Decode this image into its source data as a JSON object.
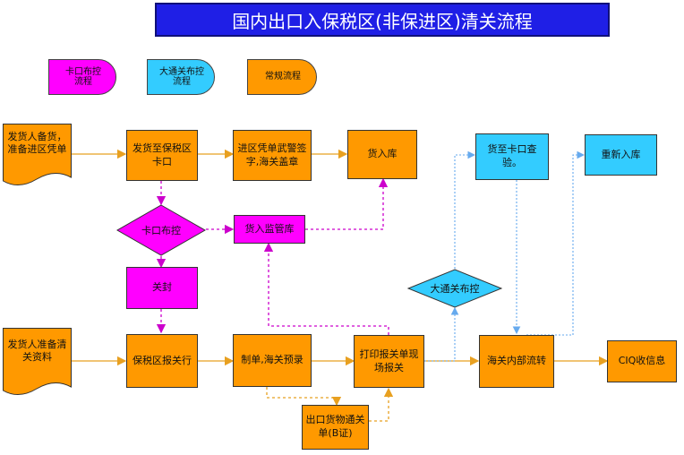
{
  "title": "国内出口入保税区(非保进区)清关流程",
  "legend": {
    "magenta": "卡口布控流程",
    "cyan": "大通关布控流程",
    "orange": "常规流程"
  },
  "colors": {
    "title_bg": "#1f1fe6",
    "orange": "#ff9900",
    "magenta": "#ff00ff",
    "cyan": "#33ccff",
    "orange_line": "#e8a020",
    "magenta_line": "#cc00cc",
    "cyan_line": "#66aaee"
  },
  "nodes": {
    "shipper_prepare": "发货人备货，准备进区凭单",
    "ship_to_gate": "发货至保税区卡口",
    "entry_doc_stamp": "进区凭单武警签字,海关盖章",
    "goods_in_warehouse": "货入库",
    "gate_control": "卡口布控",
    "goods_supervised_warehouse": "货入监管库",
    "seal": "关封",
    "shipper_clearance_docs": "发货人准备清关资料",
    "bonded_zone_declaration": "保税区报关行",
    "prepare_pre_record": "制单,海关预录",
    "print_declaration": "打印报关单现场报关",
    "export_b_cert": "出口货物通关单(B证)",
    "customs_internal": "海关内部流转",
    "ciq_receive": "CIQ收信息",
    "datong_control": "大通关布控",
    "goods_to_gate_check": "货至卡口查验。",
    "re_warehouse": "重新入库"
  }
}
